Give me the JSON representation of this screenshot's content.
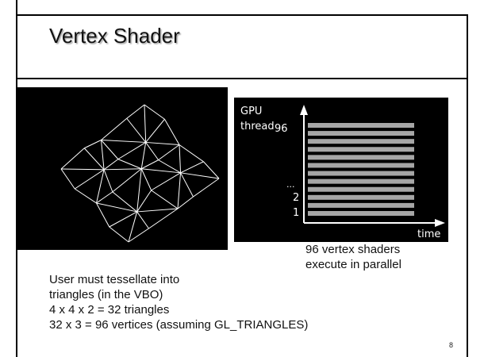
{
  "slide": {
    "title": "Vertex Shader",
    "page_number": "8"
  },
  "thread_panel": {
    "axis_title_line1": "GPU",
    "axis_title_line2": "thread",
    "label_top": "96",
    "label_ellipsis": "...",
    "label_2": "2",
    "label_1": "1",
    "x_label": "time",
    "bar_count": 12,
    "bar_color": "#a6a6a6"
  },
  "caption_right": {
    "line1": "96 vertex shaders",
    "line2": "execute in parallel"
  },
  "caption_left": {
    "line1": "User must tessellate into",
    "line2": "triangles (in the VBO)",
    "line3": "4 x 4 x 2 = 32 triangles",
    "line4": "32 x 3 = 96 vertices (assuming GL_TRIANGLES)"
  },
  "mesh": {
    "grid_size": 4,
    "line_color": "#ffffff"
  }
}
